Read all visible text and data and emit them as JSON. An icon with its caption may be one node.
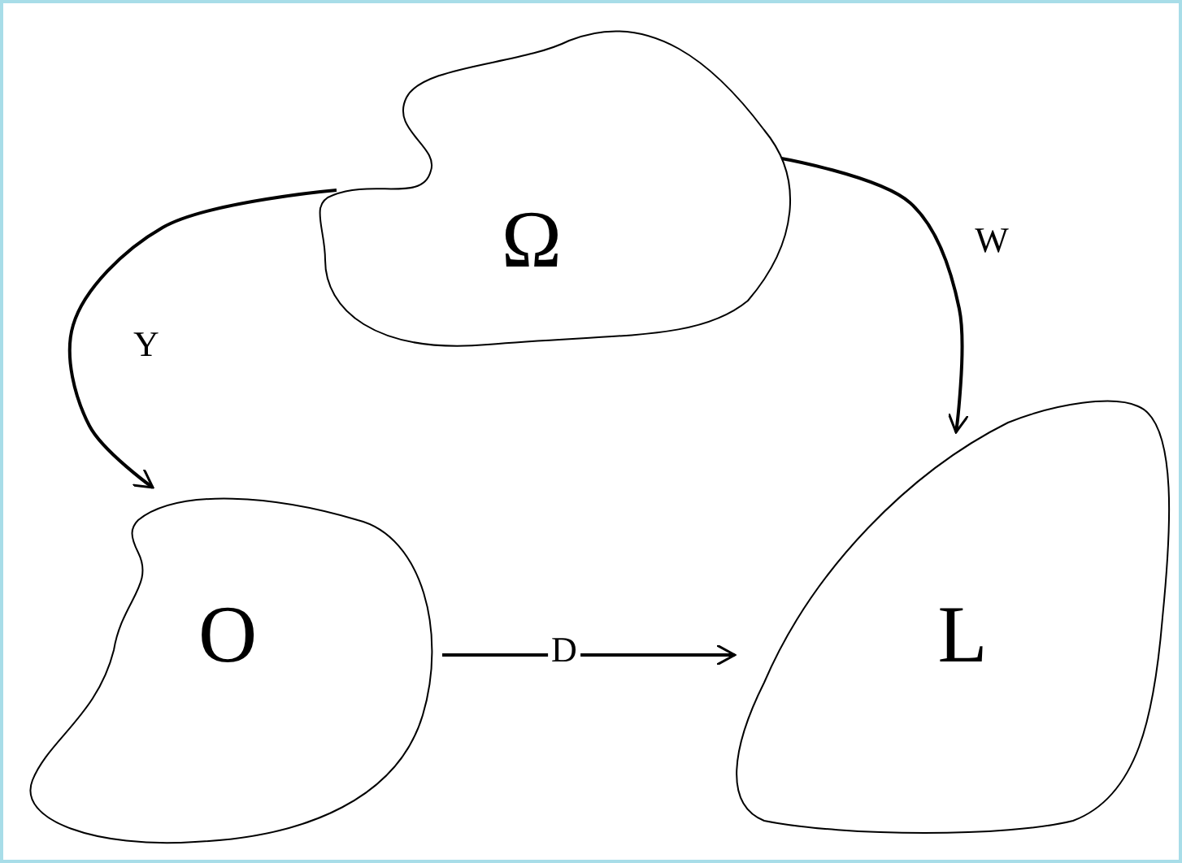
{
  "diagram": {
    "nodes": [
      {
        "text": [
          "Ω"
        ]
      },
      {
        "text": [
          "O"
        ]
      },
      {
        "text": [
          "L"
        ]
      }
    ],
    "edges": [
      {
        "from": 0,
        "to": 1,
        "arrow": "to",
        "label": "Y"
      },
      {
        "from": 0,
        "to": 2,
        "arrow": "to",
        "label": "W"
      },
      {
        "from": 1,
        "to": 2,
        "arrow": "to",
        "label": "D"
      }
    ]
  }
}
